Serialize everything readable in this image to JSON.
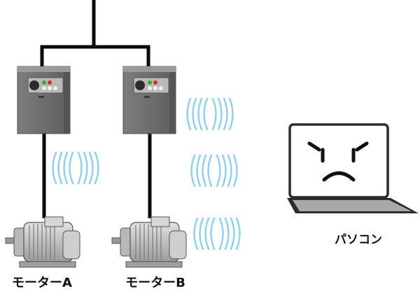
{
  "labels": {
    "motor_a": "モーターA",
    "motor_b": "モーターB",
    "pc": "パソコン"
  },
  "colors": {
    "wire": "#0a0a0a",
    "inverter_body": "#8a8a8a",
    "inverter_front": "#6f6f6f",
    "noise": "#8fd0e8",
    "motor": "#c9c9c9",
    "laptop_frame": "#2b2b2b",
    "keyboard": "#a8a8a8"
  },
  "icons": {
    "inverter": "inverter-drive-icon",
    "motor": "electric-motor-icon",
    "laptop": "laptop-sad-face-icon",
    "noise": "electromagnetic-noise-waves-icon"
  }
}
